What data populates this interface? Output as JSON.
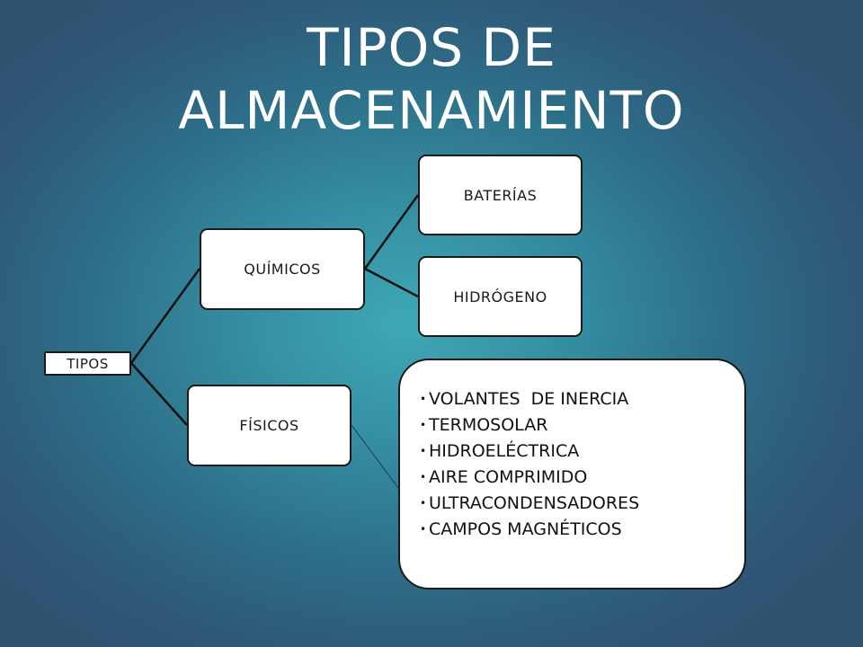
{
  "title": {
    "line1": "TIPOS DE",
    "line2": "ALMACENAMIENTO"
  },
  "diagram": {
    "root": "TIPOS",
    "branches": [
      {
        "label": "QUÍMICOS",
        "children": [
          "BATERÍAS",
          "HIDRÓGENO"
        ]
      },
      {
        "label": "FÍSICOS",
        "children": [
          "VOLANTES  DE INERCIA",
          "TERMOSOLAR",
          "HIDROELÉCTRICA",
          "AIRE COMPRIMIDO",
          "ULTRACONDENSADORES",
          "CAMPOS MAGNÉTICOS"
        ]
      }
    ]
  },
  "colors": {
    "background_center": "#3fa8b5",
    "background_edge": "#2f5270",
    "node_fill": "#ffffff",
    "node_border": "#1a1a1a",
    "title_text": "#ffffff"
  }
}
